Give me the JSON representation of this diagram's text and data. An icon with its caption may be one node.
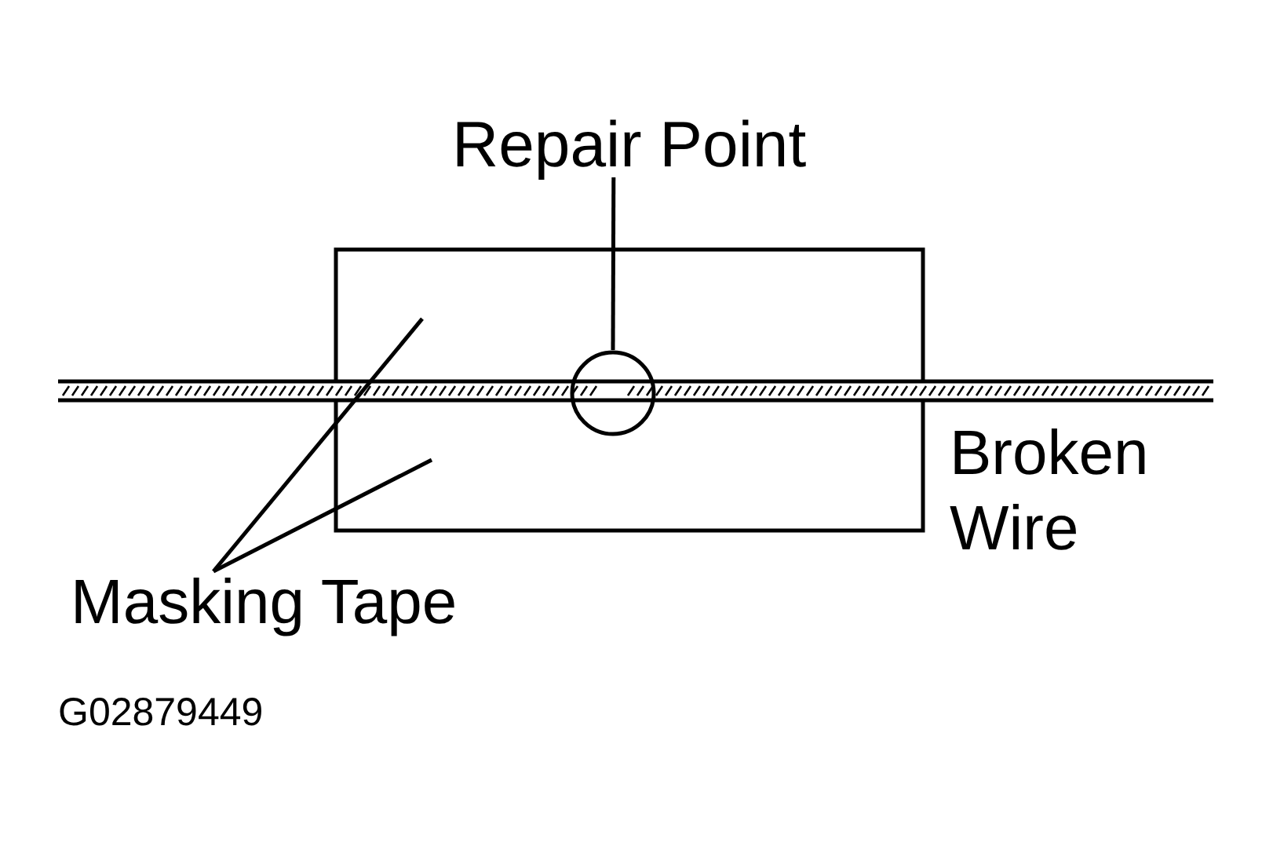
{
  "diagram": {
    "nodes": [
      {
        "text": [
          "Repair Point"
        ]
      },
      {
        "text": [],
        "shape": "box"
      },
      {
        "text": [],
        "shape": "circle",
        "in": 1
      },
      {
        "text": [
          "Masking Tape"
        ]
      }
    ],
    "edges": [
      {
        "from": 0,
        "to": 2,
        "arrow": "none"
      },
      {
        "from": 3,
        "to": 1,
        "arrow": "none"
      },
      {
        "from": 3,
        "to": 1,
        "arrow": "none"
      }
    ],
    "labels": [
      "Broken Wire",
      "G02879449"
    ]
  }
}
